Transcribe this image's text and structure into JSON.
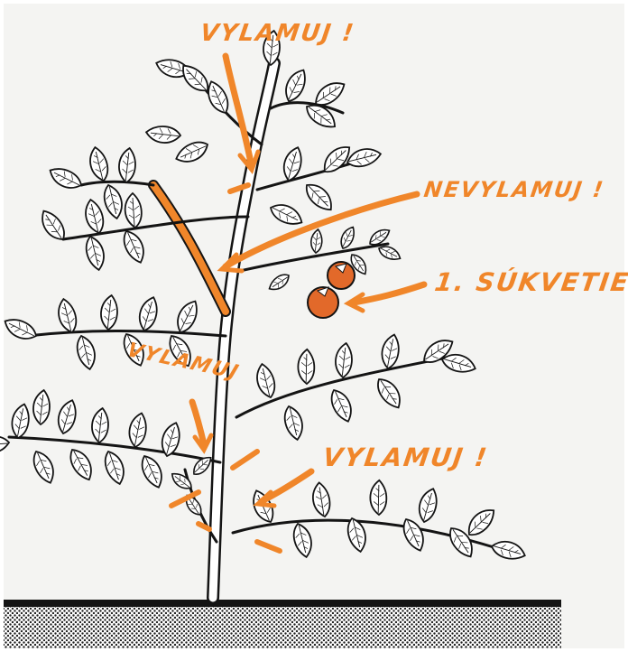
{
  "labels": {
    "top": "VYLAMUJ !",
    "nevylamuj": "NEVYLAMUJ !",
    "sukvetie": "1. SÚKVETIE",
    "middle": "VYLAMUJ",
    "bottom": "VYLAMUJ !"
  },
  "colors": {
    "annotation": "#f0862a",
    "ink": "#141414",
    "paper": "#f4f4f2",
    "tomato": "#e2692a",
    "soil_dot": "#222222"
  }
}
